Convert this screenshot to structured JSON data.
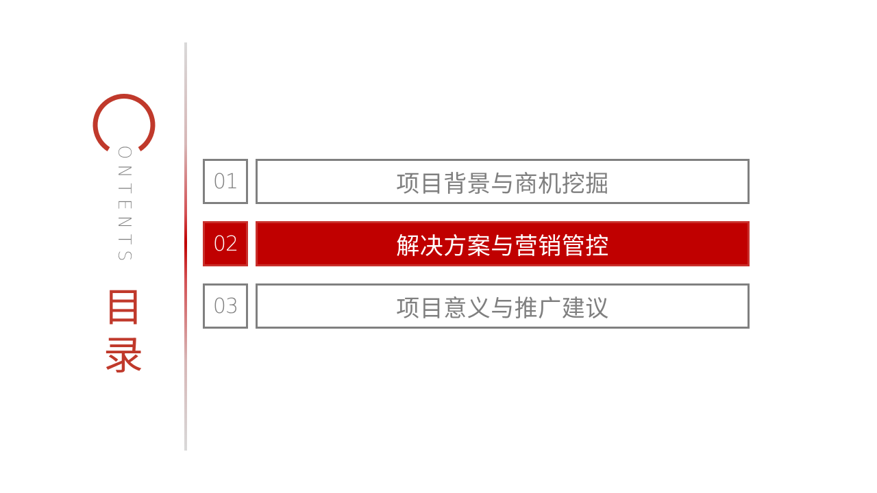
{
  "sidebar": {
    "heading_initial": "C",
    "heading_rest": "ONTENTS",
    "title_cn": "目录",
    "accent_color": "#c0392b"
  },
  "menu": {
    "active_index": 1,
    "items": [
      {
        "number": "01",
        "label": "项目背景与商机挖掘"
      },
      {
        "number": "02",
        "label": "解决方案与营销管控"
      },
      {
        "number": "03",
        "label": "项目意义与推广建议"
      }
    ],
    "colors": {
      "inactive_border": "#808080",
      "inactive_text": "#7f7f7f",
      "active_fill": "#c00000",
      "active_text": "#ffffff"
    }
  }
}
